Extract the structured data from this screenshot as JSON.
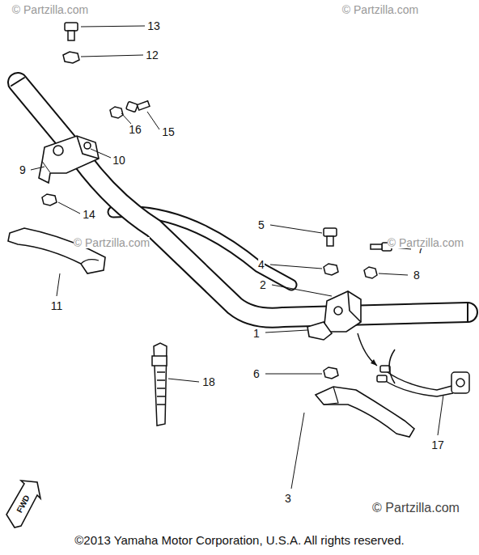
{
  "diagram": {
    "labels": [
      "13",
      "12",
      "15",
      "16",
      "10",
      "9",
      "14",
      "11",
      "5",
      "7",
      "4",
      "8",
      "2",
      "1",
      "6",
      "18",
      "3",
      "17",
      "FWD",
      "© Partzilla.com",
      "© Partzilla.com",
      "© Partzilla.com",
      "© Partzilla.com",
      "© Partzilla.com",
      "©2013 Yamaha Motor Corporation, U.S.A. All rights reserved."
    ]
  }
}
